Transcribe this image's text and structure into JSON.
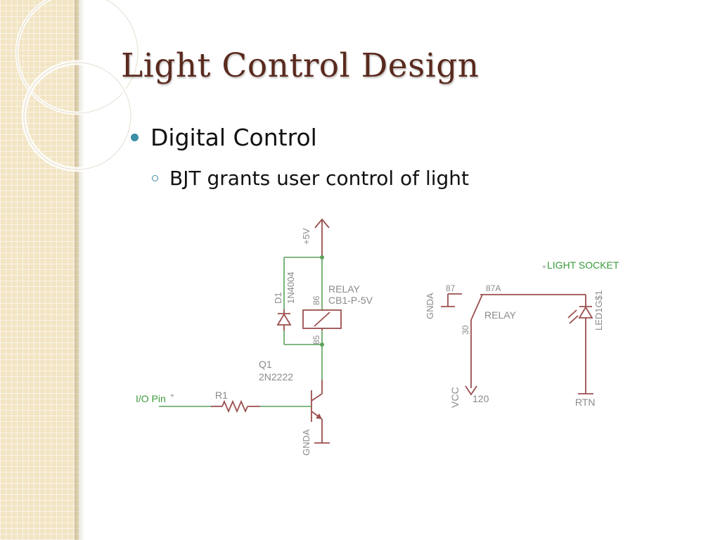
{
  "slide": {
    "title": "Light Control Design",
    "bullets": [
      {
        "text": "Digital Control",
        "sub": [
          "BJT grants user control of light"
        ]
      }
    ]
  },
  "schematic": {
    "supply_label": "+5V",
    "diode_ref": "D1",
    "diode_part": "1N4004",
    "relay_label": "RELAY",
    "relay_part": "CB1-P-5V",
    "relay_pin_86": "86",
    "relay_pin_85": "85",
    "transistor_ref": "Q1",
    "transistor_part": "2N2222",
    "io_pin_label": "I/O Pin",
    "resistor_ref": "R1",
    "gnd_bjt_label": "GNDA",
    "gnd_relay_label": "GNDA",
    "pin_87": "87",
    "pin_87a": "87A",
    "pin_30": "30",
    "switch_label": "RELAY",
    "vcc_label": "VCC",
    "vcc_value": "120",
    "socket_label": "LIGHT SOCKET",
    "led_ref": "LED1G$1",
    "rtn_label": "RTN",
    "colors": {
      "wire": "#9b4e4e",
      "net_label": "#3a9a3a",
      "text": "#8a8a8a"
    }
  }
}
